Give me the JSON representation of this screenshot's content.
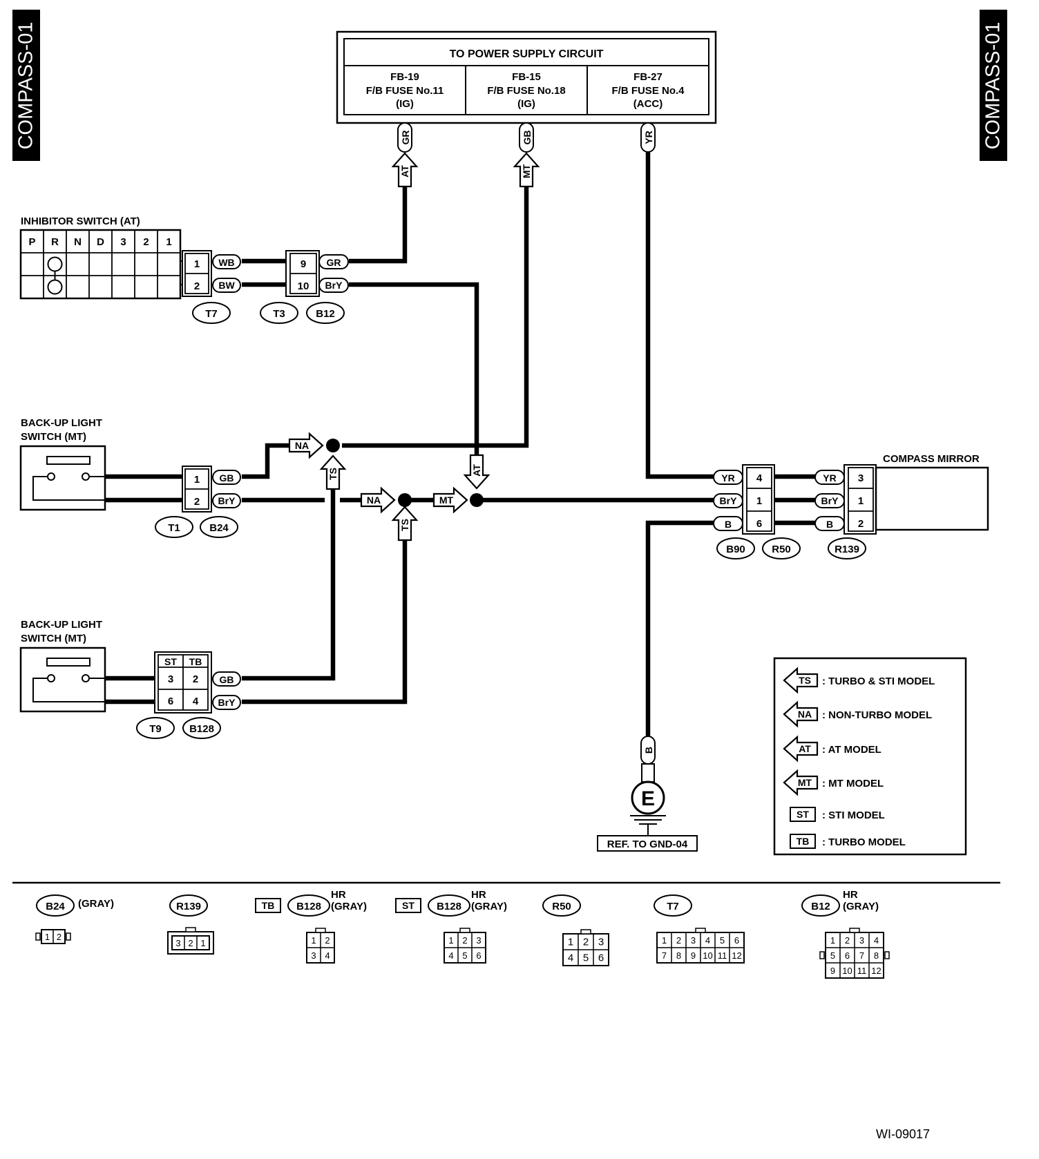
{
  "page": {
    "side_label": "COMPASS-01",
    "drawing_code": "WI-09017"
  },
  "power_supply": {
    "title": "TO POWER SUPPLY CIRCUIT",
    "fuses": [
      {
        "l1": "FB-19",
        "l2": "F/B FUSE No.11",
        "l3": "(IG)",
        "wire": "GR"
      },
      {
        "l1": "FB-15",
        "l2": "F/B FUSE No.18",
        "l3": "(IG)",
        "wire": "GB"
      },
      {
        "l1": "FB-27",
        "l2": "F/B FUSE No.4",
        "l3": "(ACC)",
        "wire": "YR"
      }
    ]
  },
  "inhibitor": {
    "label": "INHIBITOR SWITCH (AT)",
    "positions": [
      "P",
      "R",
      "N",
      "D",
      "3",
      "2",
      "1"
    ],
    "t7": {
      "pins": [
        "1",
        "2"
      ],
      "wires": [
        "WB",
        "BW"
      ]
    },
    "t3b12": {
      "pins": [
        "9",
        "10"
      ],
      "wires": [
        "GR",
        "BrY"
      ]
    },
    "labels": {
      "t7": "T7",
      "t3": "T3",
      "b12": "B12"
    }
  },
  "backup_mt1": {
    "label_l1": "BACK-UP LIGHT",
    "label_l2": "SWITCH (MT)",
    "pins": [
      "1",
      "2"
    ],
    "wires": [
      "GB",
      "BrY"
    ],
    "labels": {
      "t1": "T1",
      "b24": "B24"
    }
  },
  "backup_mt2": {
    "label_l1": "BACK-UP LIGHT",
    "label_l2": "SWITCH (MT)",
    "heads": [
      "ST",
      "TB"
    ],
    "rows": [
      [
        "3",
        "2"
      ],
      [
        "6",
        "4"
      ]
    ],
    "wires": [
      "GB",
      "BrY"
    ],
    "labels": {
      "t9": "T9",
      "b128": "B128"
    }
  },
  "flags": {
    "na": "NA",
    "ts": "TS",
    "at": "AT",
    "mt": "MT"
  },
  "mirror": {
    "label": "COMPASS MIRROR",
    "b90r50": {
      "pins": [
        "4",
        "1",
        "6"
      ],
      "wires_in": [
        "YR",
        "BrY",
        "B"
      ],
      "wires_out": [
        "YR",
        "BrY",
        "B"
      ]
    },
    "r139": {
      "pins": [
        "3",
        "1",
        "2"
      ]
    },
    "labels": {
      "b90": "B90",
      "r50": "R50",
      "r139": "R139"
    }
  },
  "ground": {
    "wire": "B",
    "symbol": "E",
    "ref": "REF. TO GND-04"
  },
  "legend": [
    {
      "code": "TS",
      "text": ": TURBO & STI MODEL"
    },
    {
      "code": "NA",
      "text": ": NON-TURBO MODEL"
    },
    {
      "code": "AT",
      "text": ": AT MODEL"
    },
    {
      "code": "MT",
      "text": ": MT MODEL"
    },
    {
      "code": "ST",
      "text": ": STI MODEL"
    },
    {
      "code": "TB",
      "text": ": TURBO MODEL"
    }
  ],
  "connectors": {
    "b24": {
      "name": "B24",
      "note": "(GRAY)",
      "cells": [
        "1",
        "2"
      ]
    },
    "r139": {
      "name": "R139",
      "cells": [
        "3",
        "2",
        "1"
      ]
    },
    "b128tb": {
      "tag": "TB",
      "name": "B128",
      "hr": "HR",
      "note": "(GRAY)",
      "cells": [
        "1",
        "2",
        "3",
        "4"
      ]
    },
    "b128st": {
      "tag": "ST",
      "name": "B128",
      "hr": "HR",
      "note": "(GRAY)",
      "cells": [
        "1",
        "2",
        "3",
        "4",
        "5",
        "6"
      ]
    },
    "r50": {
      "name": "R50",
      "cells": [
        "1",
        "2",
        "3",
        "4",
        "5",
        "6"
      ]
    },
    "t7": {
      "name": "T7",
      "cells": [
        "1",
        "2",
        "3",
        "4",
        "5",
        "6",
        "7",
        "8",
        "9",
        "10",
        "11",
        "12"
      ]
    },
    "b12": {
      "name": "B12",
      "hr": "HR",
      "note": "(GRAY)",
      "cells": [
        "1",
        "2",
        "3",
        "4",
        "5",
        "6",
        "7",
        "8",
        "9",
        "10",
        "11",
        "12"
      ]
    }
  }
}
